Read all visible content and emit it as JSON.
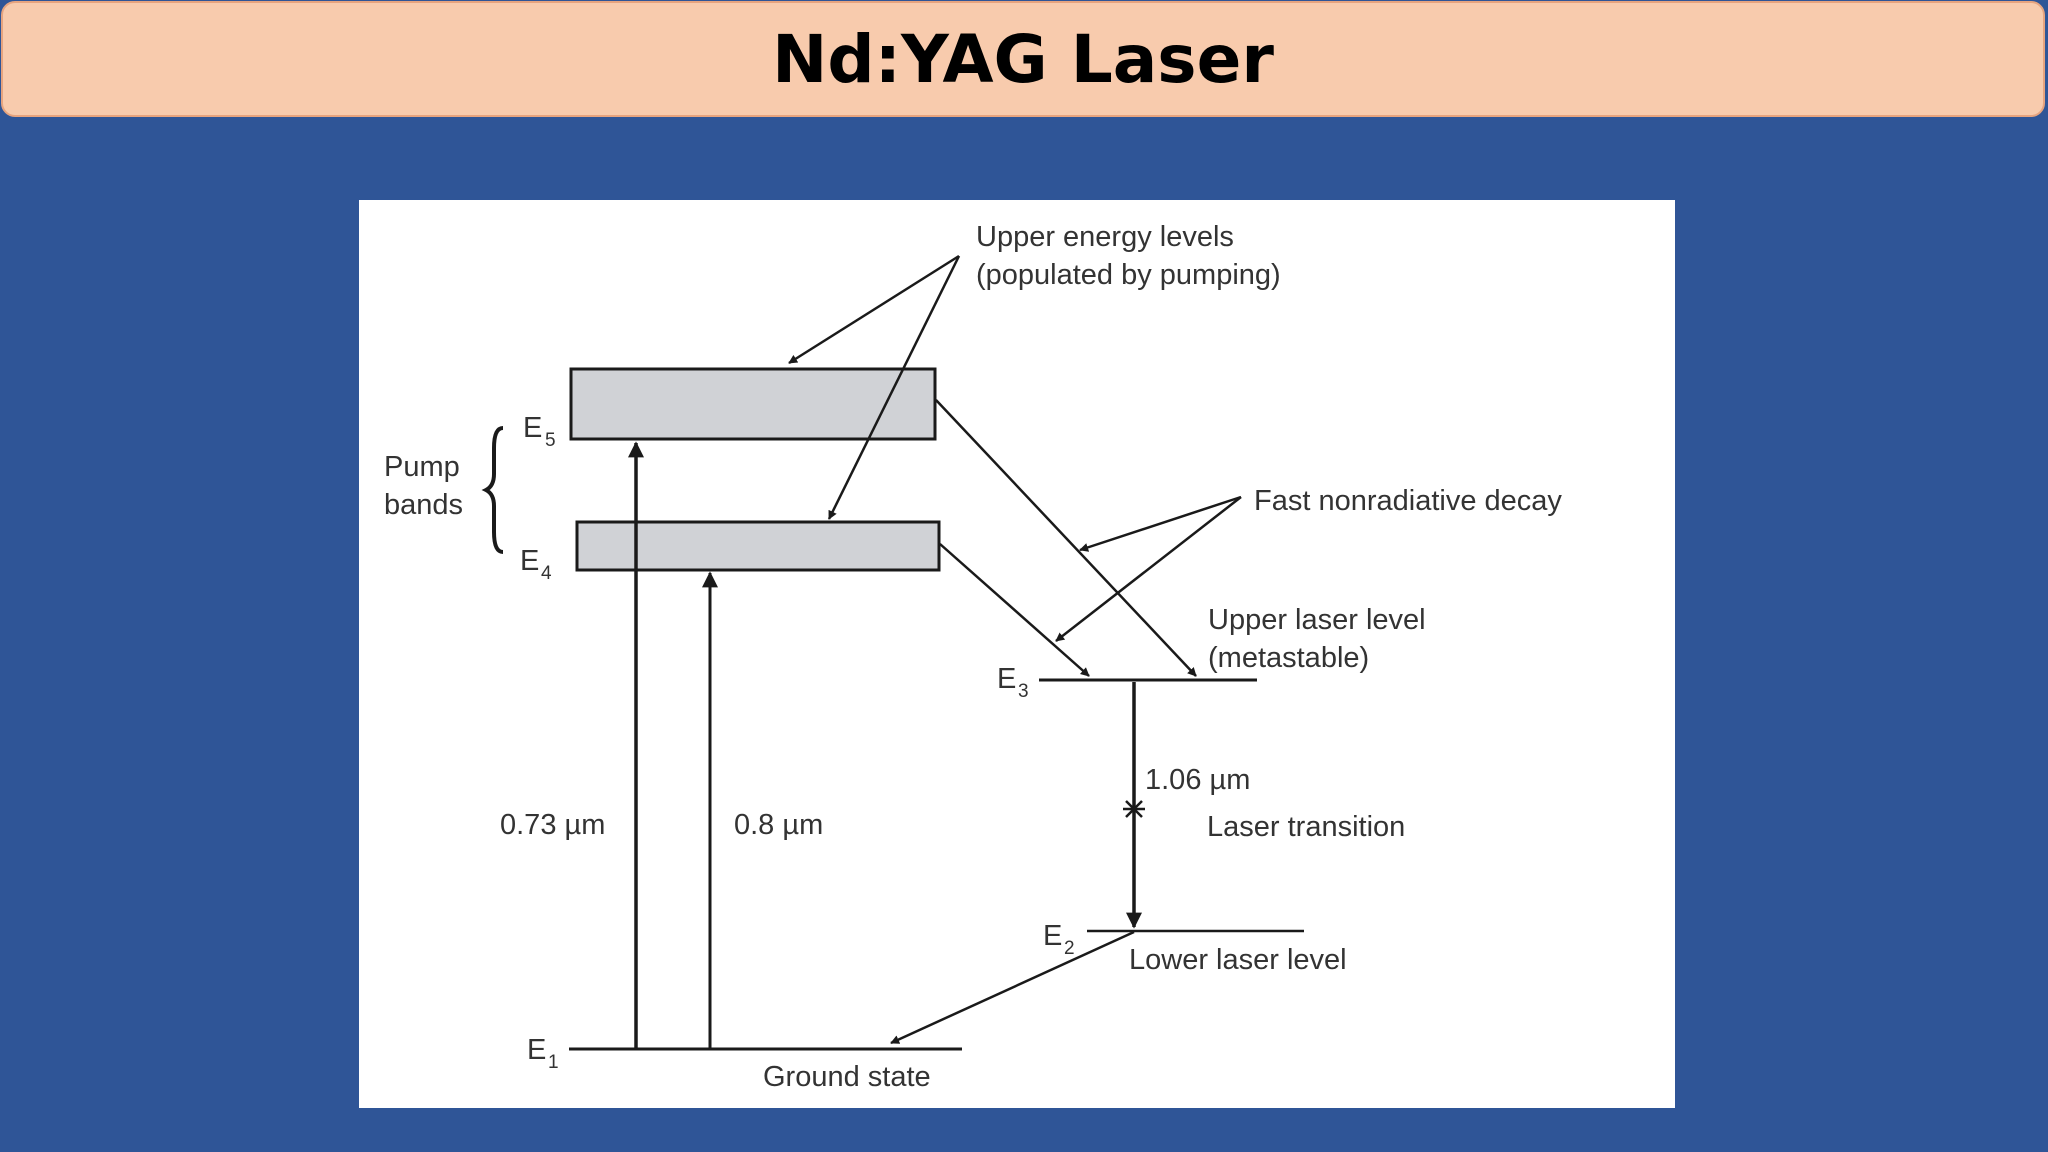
{
  "title": "Nd:YAG Laser",
  "diagram": {
    "upper_levels_label_line1": "Upper energy levels",
    "upper_levels_label_line2": "(populated by pumping)",
    "pump_label_line1": "Pump",
    "pump_label_line2": "bands",
    "fast_decay_label": "Fast nonradiative decay",
    "upper_laser_label_line1": "Upper laser level",
    "upper_laser_label_line2": "(metastable)",
    "wavelength_073": "0.73 µm",
    "wavelength_08": "0.8 µm",
    "wavelength_106": "1.06 µm",
    "laser_transition_label": "Laser transition",
    "lower_laser_label": "Lower laser level",
    "ground_state_label": "Ground state",
    "levels": {
      "e1": {
        "letter": "E",
        "sub": "1"
      },
      "e2": {
        "letter": "E",
        "sub": "2"
      },
      "e3": {
        "letter": "E",
        "sub": "3"
      },
      "e4": {
        "letter": "E",
        "sub": "4"
      },
      "e5": {
        "letter": "E",
        "sub": "5"
      }
    }
  },
  "colors": {
    "background": "#2f5597",
    "title_bar": "#f8cbad",
    "band_fill": "#d0d2d6"
  }
}
